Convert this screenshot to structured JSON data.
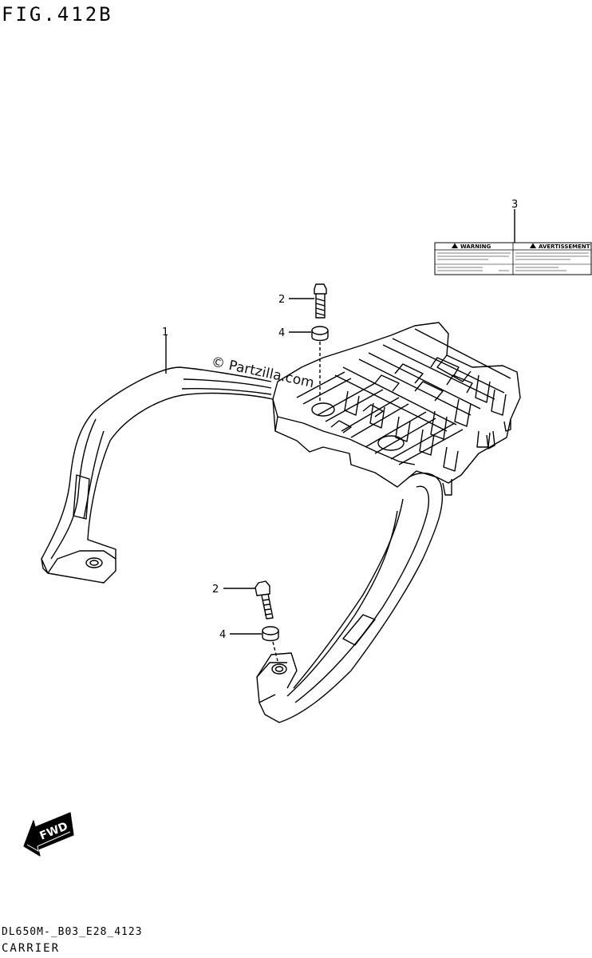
{
  "figure": {
    "title": "FIG.412B"
  },
  "watermark": "© Partzilla.com",
  "callouts": [
    {
      "id": "c1",
      "number": "1"
    },
    {
      "id": "c2a",
      "number": "2"
    },
    {
      "id": "c4a",
      "number": "4"
    },
    {
      "id": "c3",
      "number": "3"
    },
    {
      "id": "c2b",
      "number": "2"
    },
    {
      "id": "c4b",
      "number": "4"
    }
  ],
  "warning_label": {
    "left_heading": "WARNING",
    "right_heading": "AVERTISSEMENT"
  },
  "direction_arrow": {
    "label": "FWD"
  },
  "footer": {
    "code": "DL650M-_B03_E28_4123",
    "caption": "CARRIER"
  }
}
